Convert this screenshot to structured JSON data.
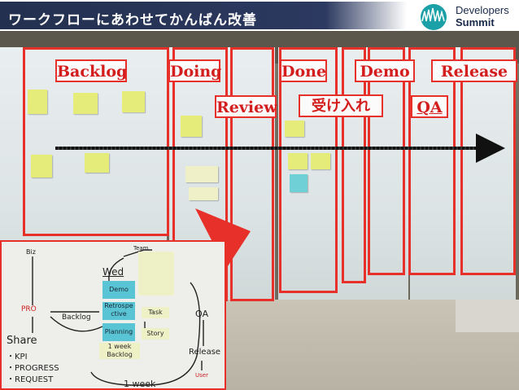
{
  "title": "ワークフローにあわせてかんばん改善",
  "logo": {
    "line1": "Developers",
    "line2": "Summit"
  },
  "columns": [
    "Backlog",
    "Doing",
    "Review",
    "Done",
    "受け入れ",
    "Demo",
    "QA",
    "Release"
  ],
  "inset": {
    "labels": {
      "biz": "Biz",
      "team": "Team",
      "wed": "Wed",
      "pro": "PRO",
      "backlog": "Backlog",
      "demo": "Demo",
      "retro": "Retrospe ctive",
      "planning": "Planning",
      "one_week_backlog": "1 week Backlog",
      "task": "Task",
      "story": "Story",
      "qa": "QA",
      "release": "Release",
      "user": "User",
      "share": "Share",
      "kpi": "・KPI",
      "progress": "・PROGRESS",
      "request": "・REQUEST",
      "one_week": "1 week"
    }
  },
  "colors": {
    "accent": "#e8302a",
    "title_band": "#24304f"
  }
}
